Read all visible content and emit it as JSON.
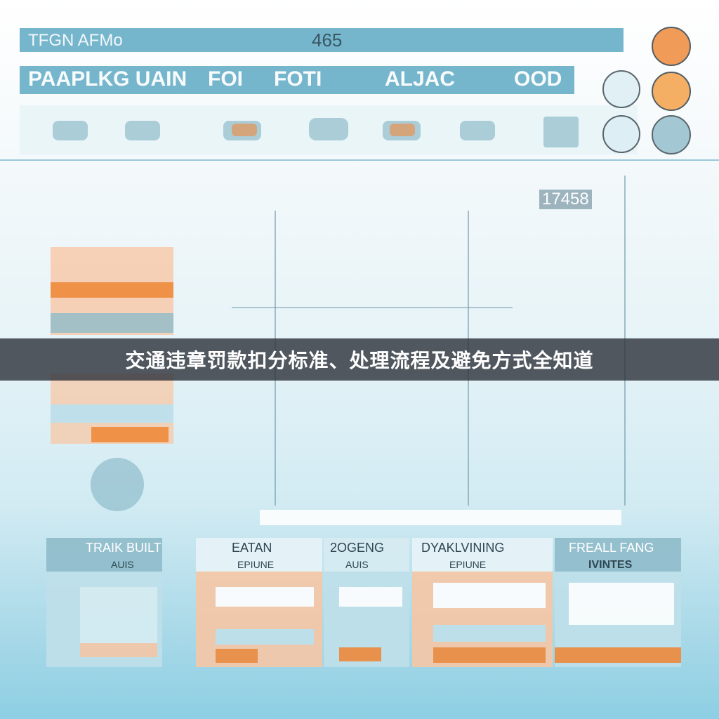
{
  "banner": {
    "title": "交通违章罚款扣分标准、处理流程及避免方式全知道"
  },
  "colors": {
    "banner_bg": "#30343c",
    "header_bar": "#5ea9c4",
    "accent_orange": "#f08a3c",
    "peach": "#f7c7a6",
    "sky": "#8dcfe3"
  },
  "background_text": {
    "header_line1": "TFGN AFMo",
    "header_num": "465",
    "header_line2": "PAAPLKG UAIN",
    "header_line2b": "FOI",
    "header_line2c": "FOTI",
    "header_line2d": "ALJAC",
    "header_line2e": "OOD",
    "badge_number": "17458",
    "column_headers": [
      "TRAIK BUILT",
      "EATAN",
      "2OGENG",
      "DYAKLVINING",
      "FREALL FANG"
    ],
    "column_subheaders": [
      "AUIS",
      "EPIUNE",
      "AUIS",
      "EPIUNE",
      "IVINTES"
    ]
  }
}
